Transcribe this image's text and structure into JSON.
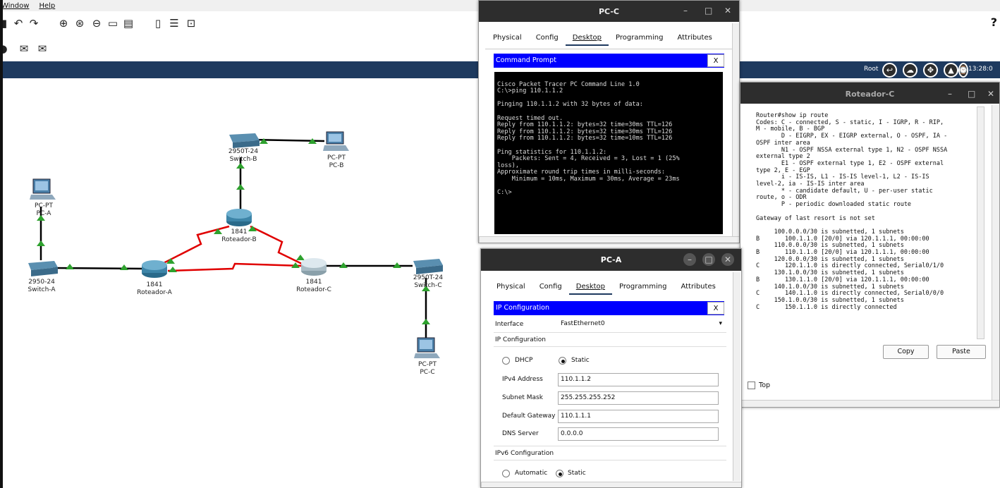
{
  "menu": {
    "window": "Window",
    "help": "Help"
  },
  "toolbar": {
    "help_glyph": "?"
  },
  "statusbar": {
    "root_label": "Root",
    "clock": "13:28:0"
  },
  "devices": [
    {
      "id": "switch-b",
      "model": "2950T-24",
      "name": "Switch-B"
    },
    {
      "id": "pc-b",
      "model": "PC-PT",
      "name": "PC-B"
    },
    {
      "id": "pc-a",
      "model": "PC-PT",
      "name": "PC-A"
    },
    {
      "id": "roteador-b",
      "model": "1841",
      "name": "Roteador-B"
    },
    {
      "id": "switch-a",
      "model": "2950-24",
      "name": "Switch-A"
    },
    {
      "id": "roteador-a",
      "model": "1841",
      "name": "Roteador-A"
    },
    {
      "id": "roteador-c",
      "model": "1841",
      "name": "Roteador-C"
    },
    {
      "id": "switch-c",
      "model": "2950T-24",
      "name": "Switch-C"
    },
    {
      "id": "pc-c",
      "model": "PC-PT",
      "name": "PC-C"
    }
  ],
  "pcc_window": {
    "title": "PC-C",
    "tabs": [
      "Physical",
      "Config",
      "Desktop",
      "Programming",
      "Attributes"
    ],
    "active_tab": "Desktop",
    "panel_title": "Command Prompt",
    "close": "X",
    "terminal": "\nCisco Packet Tracer PC Command Line 1.0\nC:\\>ping 110.1.1.2\n\nPinging 110.1.1.2 with 32 bytes of data:\n\nRequest timed out.\nReply from 110.1.1.2: bytes=32 time=30ms TTL=126\nReply from 110.1.1.2: bytes=32 time=30ms TTL=126\nReply from 110.1.1.2: bytes=32 time=10ms TTL=126\n\nPing statistics for 110.1.1.2:\n    Packets: Sent = 4, Received = 3, Lost = 1 (25%\nloss),\nApproximate round trip times in milli-seconds:\n    Minimum = 10ms, Maximum = 30ms, Average = 23ms\n\nC:\\>"
  },
  "rc_window": {
    "title": "Roteador-C",
    "terminal": "Router#show ip route\nCodes: C - connected, S - static, I - IGRP, R - RIP,\nM - mobile, B - BGP\n       D - EIGRP, EX - EIGRP external, O - OSPF, IA -\nOSPF inter area\n       N1 - OSPF NSSA external type 1, N2 - OSPF NSSA\nexternal type 2\n       E1 - OSPF external type 1, E2 - OSPF external\ntype 2, E - EGP\n       i - IS-IS, L1 - IS-IS level-1, L2 - IS-IS\nlevel-2, ia - IS-IS inter area\n       * - candidate default, U - per-user static\nroute, o - ODR\n       P - periodic downloaded static route\n\nGateway of last resort is not set\n\n     100.0.0.0/30 is subnetted, 1 subnets\nB       100.1.1.0 [20/0] via 120.1.1.1, 00:00:00\n     110.0.0.0/30 is subnetted, 1 subnets\nB       110.1.1.0 [20/0] via 120.1.1.1, 00:00:00\n     120.0.0.0/30 is subnetted, 1 subnets\nC       120.1.1.0 is directly connected, Serial0/1/0\n     130.1.0.0/30 is subnetted, 1 subnets\nB       130.1.1.0 [20/0] via 120.1.1.1, 00:00:00\n     140.1.0.0/30 is subnetted, 1 subnets\nC       140.1.1.0 is directly connected, Serial0/0/0\n     150.1.0.0/30 is subnetted, 1 subnets\nC       150.1.1.0 is directly connected",
    "copy": "Copy",
    "paste": "Paste",
    "top_label": "Top"
  },
  "pca_window": {
    "title": "PC-A",
    "tabs": [
      "Physical",
      "Config",
      "Desktop",
      "Programming",
      "Attributes"
    ],
    "active_tab": "Desktop",
    "panel_title": "IP Configuration",
    "close": "X",
    "interface_label": "Interface",
    "interface_value": "FastEthernet0",
    "ip_section": "IP Configuration",
    "dhcp": "DHCP",
    "static": "Static",
    "ipv4_label": "IPv4 Address",
    "ipv4_value": "110.1.1.2",
    "mask_label": "Subnet Mask",
    "mask_value": "255.255.255.252",
    "gw_label": "Default Gateway",
    "gw_value": "110.1.1.1",
    "dns_label": "DNS Server",
    "dns_value": "0.0.0.0",
    "ipv6_section": "IPv6 Configuration",
    "automatic": "Automatic",
    "static6": "Static"
  },
  "colors": {
    "serial_link": "#e00000",
    "ethernet_link": "#000000",
    "link_up": "#2ea12e",
    "panel_blue": "#0000ff",
    "navy": "#1e3a5f"
  }
}
